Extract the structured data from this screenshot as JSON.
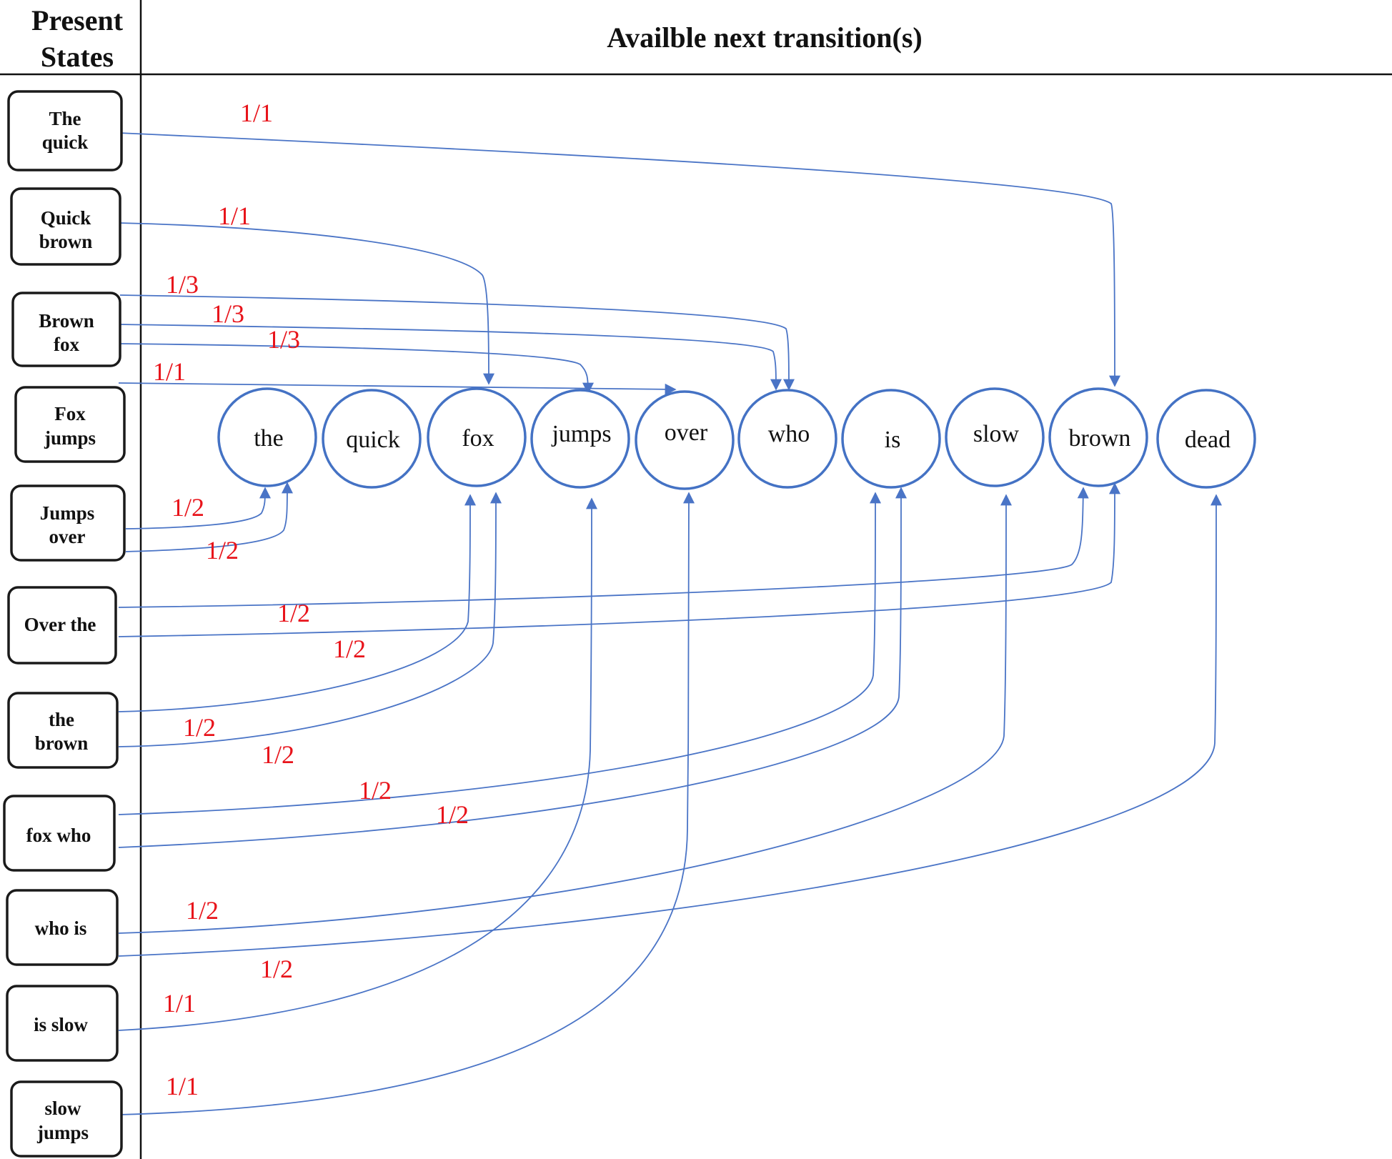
{
  "header": {
    "present_line1": "Present",
    "present_line2": "States",
    "next_title": "Availble next transition(s)"
  },
  "states": [
    {
      "id": "the_quick",
      "lines": [
        "The",
        "quick"
      ]
    },
    {
      "id": "quick_brown",
      "lines": [
        "Quick",
        "brown"
      ]
    },
    {
      "id": "brown_fox",
      "lines": [
        "Brown",
        "fox"
      ]
    },
    {
      "id": "fox_jumps",
      "lines": [
        "Fox",
        "jumps"
      ]
    },
    {
      "id": "jumps_over",
      "lines": [
        "Jumps",
        "over"
      ]
    },
    {
      "id": "over_the",
      "lines": [
        "Over the"
      ]
    },
    {
      "id": "the_brown",
      "lines": [
        "the",
        "brown"
      ]
    },
    {
      "id": "fox_who",
      "lines": [
        "fox who"
      ]
    },
    {
      "id": "who_is",
      "lines": [
        "who is"
      ]
    },
    {
      "id": "is_slow",
      "lines": [
        "is slow"
      ]
    },
    {
      "id": "slow_jumps",
      "lines": [
        "slow",
        "jumps"
      ]
    }
  ],
  "words": [
    "the",
    "quick",
    "fox",
    "jumps",
    "over",
    "who",
    "is",
    "slow",
    "brown",
    "dead"
  ],
  "transitions": [
    {
      "from": "The quick",
      "to": "brown",
      "prob": "1/1"
    },
    {
      "from": "Quick brown",
      "to": "fox",
      "prob": "1/1"
    },
    {
      "from": "Brown fox",
      "to": "who",
      "prob": "1/3"
    },
    {
      "from": "Brown fox",
      "to": "who",
      "prob": "1/3"
    },
    {
      "from": "Brown fox",
      "to": "jumps",
      "prob": "1/3"
    },
    {
      "from": "Fox jumps",
      "to": "over",
      "prob": "1/1"
    },
    {
      "from": "Jumps over",
      "to": "the",
      "prob": "1/2"
    },
    {
      "from": "Jumps over",
      "to": "the",
      "prob": "1/2"
    },
    {
      "from": "Over the",
      "to": "brown",
      "prob": "1/2"
    },
    {
      "from": "Over the",
      "to": "brown",
      "prob": "1/2"
    },
    {
      "from": "the brown",
      "to": "fox",
      "prob": "1/2"
    },
    {
      "from": "the brown",
      "to": "fox",
      "prob": "1/2"
    },
    {
      "from": "fox who",
      "to": "is",
      "prob": "1/2"
    },
    {
      "from": "fox who",
      "to": "is",
      "prob": "1/2"
    },
    {
      "from": "who is",
      "to": "slow",
      "prob": "1/2"
    },
    {
      "from": "who is",
      "to": "dead",
      "prob": "1/2"
    },
    {
      "from": "is slow",
      "to": "jumps",
      "prob": "1/1"
    },
    {
      "from": "slow jumps",
      "to": "over",
      "prob": "1/1"
    }
  ],
  "colors": {
    "edge": "#4a74c6",
    "node": "#4472c4",
    "prob": "#e8141b",
    "box": "#1a1a1a"
  }
}
